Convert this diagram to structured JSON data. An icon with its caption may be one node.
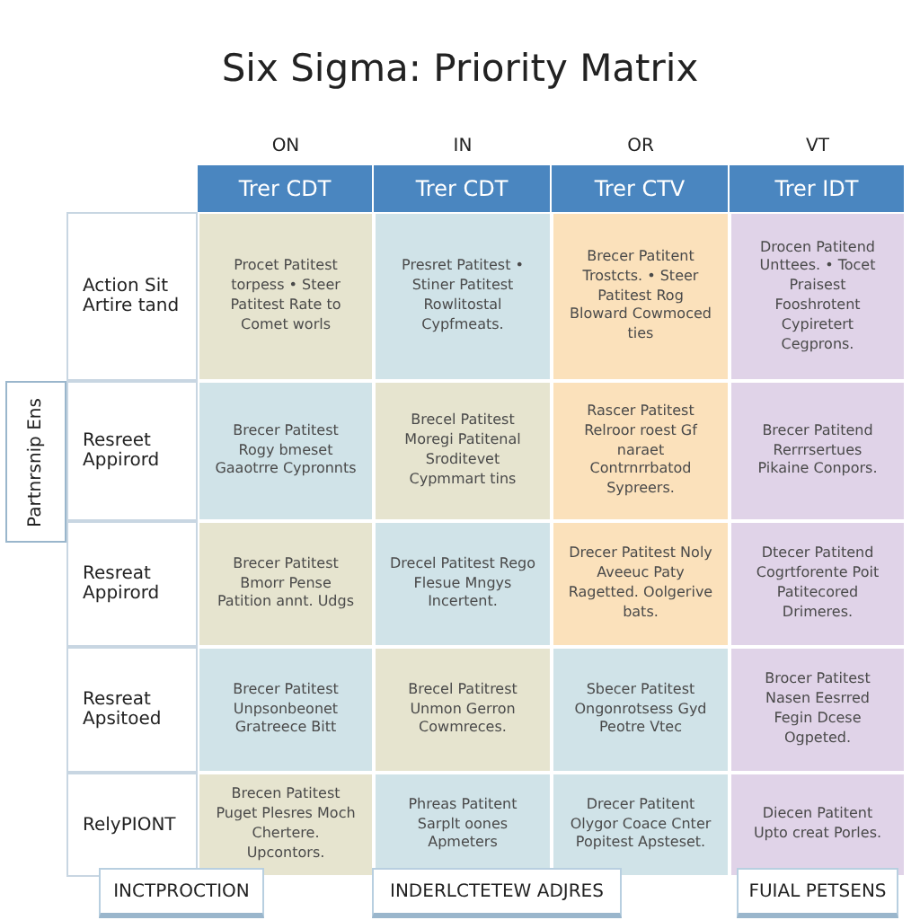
{
  "diagram": {
    "title": "Six Sigma: Priority Matrix",
    "labels": [
      "ON",
      "IN",
      "OR",
      "VT",
      "Trer CDT",
      "Trer CDT",
      "Trer CTV",
      "Trer IDT",
      "Partnrsnip Ens",
      "Action Sit Artire tand",
      "Procet Patitest torpess • Steer Patitest Rate to Comet worls",
      "Presret Patitest • Stiner Patitest Rowlitostal Cypfmeats.",
      "Brecer Patitent Trostcts. • Steer Patitest Rog Bloward Cowmoced ties",
      "Drocen Patitend Unttees. • Tocet Praisest Fooshrotent Cypiretert Cegprons.",
      "Resreet Appirord",
      "Brecer Patitest Rogy bmeset Gaaotrre Cypronnts",
      "Brecel Patitest Moregi Patitenal Sroditevet Cypmmart tins",
      "Rascer Patitest Relroor roest Gf naraet Contrnrrbatod Sypreers.",
      "Brecer Patitend Rerrrsertues Pikaine Conpors.",
      "Resreat Appirord",
      "Brecer Patitest Bmorr Pense Patition annt. Udgs",
      "Drecel Patitest Rego Flesue Mngys Incertent.",
      "Drecer Patitest Noly Aveeuc Paty Ragetted. Oolgerive bats.",
      "Dtecer Patitend Cogrtforente Poit Patitecored Drimeres.",
      "Resreat Apsitoed",
      "Brecer Patitest Unpsonbeonet Gratreece Bitt",
      "Brecel Patitrest Unmon Gerron Cowmreces.",
      "Sbecer Patitest Ongonrotsess Gyd Peotre Vtec",
      "Brocer Patitest Nasen Eesrred Fegin Dcese Ogpeted.",
      "RelyPIONT",
      "Brecen Patitest Puget Plesres Moch Chertere. Upcontors.",
      "Phreas Patitent Sarplt oones Apmeters",
      "Drecer Patitent Olygor Coace Cnter Popitest Apsteset.",
      "Diecen Patitent Upto creat Porles.",
      "INCTPROCTION",
      "INDERLCTETEW ADJRES",
      "FUIAL PETSENS"
    ]
  }
}
